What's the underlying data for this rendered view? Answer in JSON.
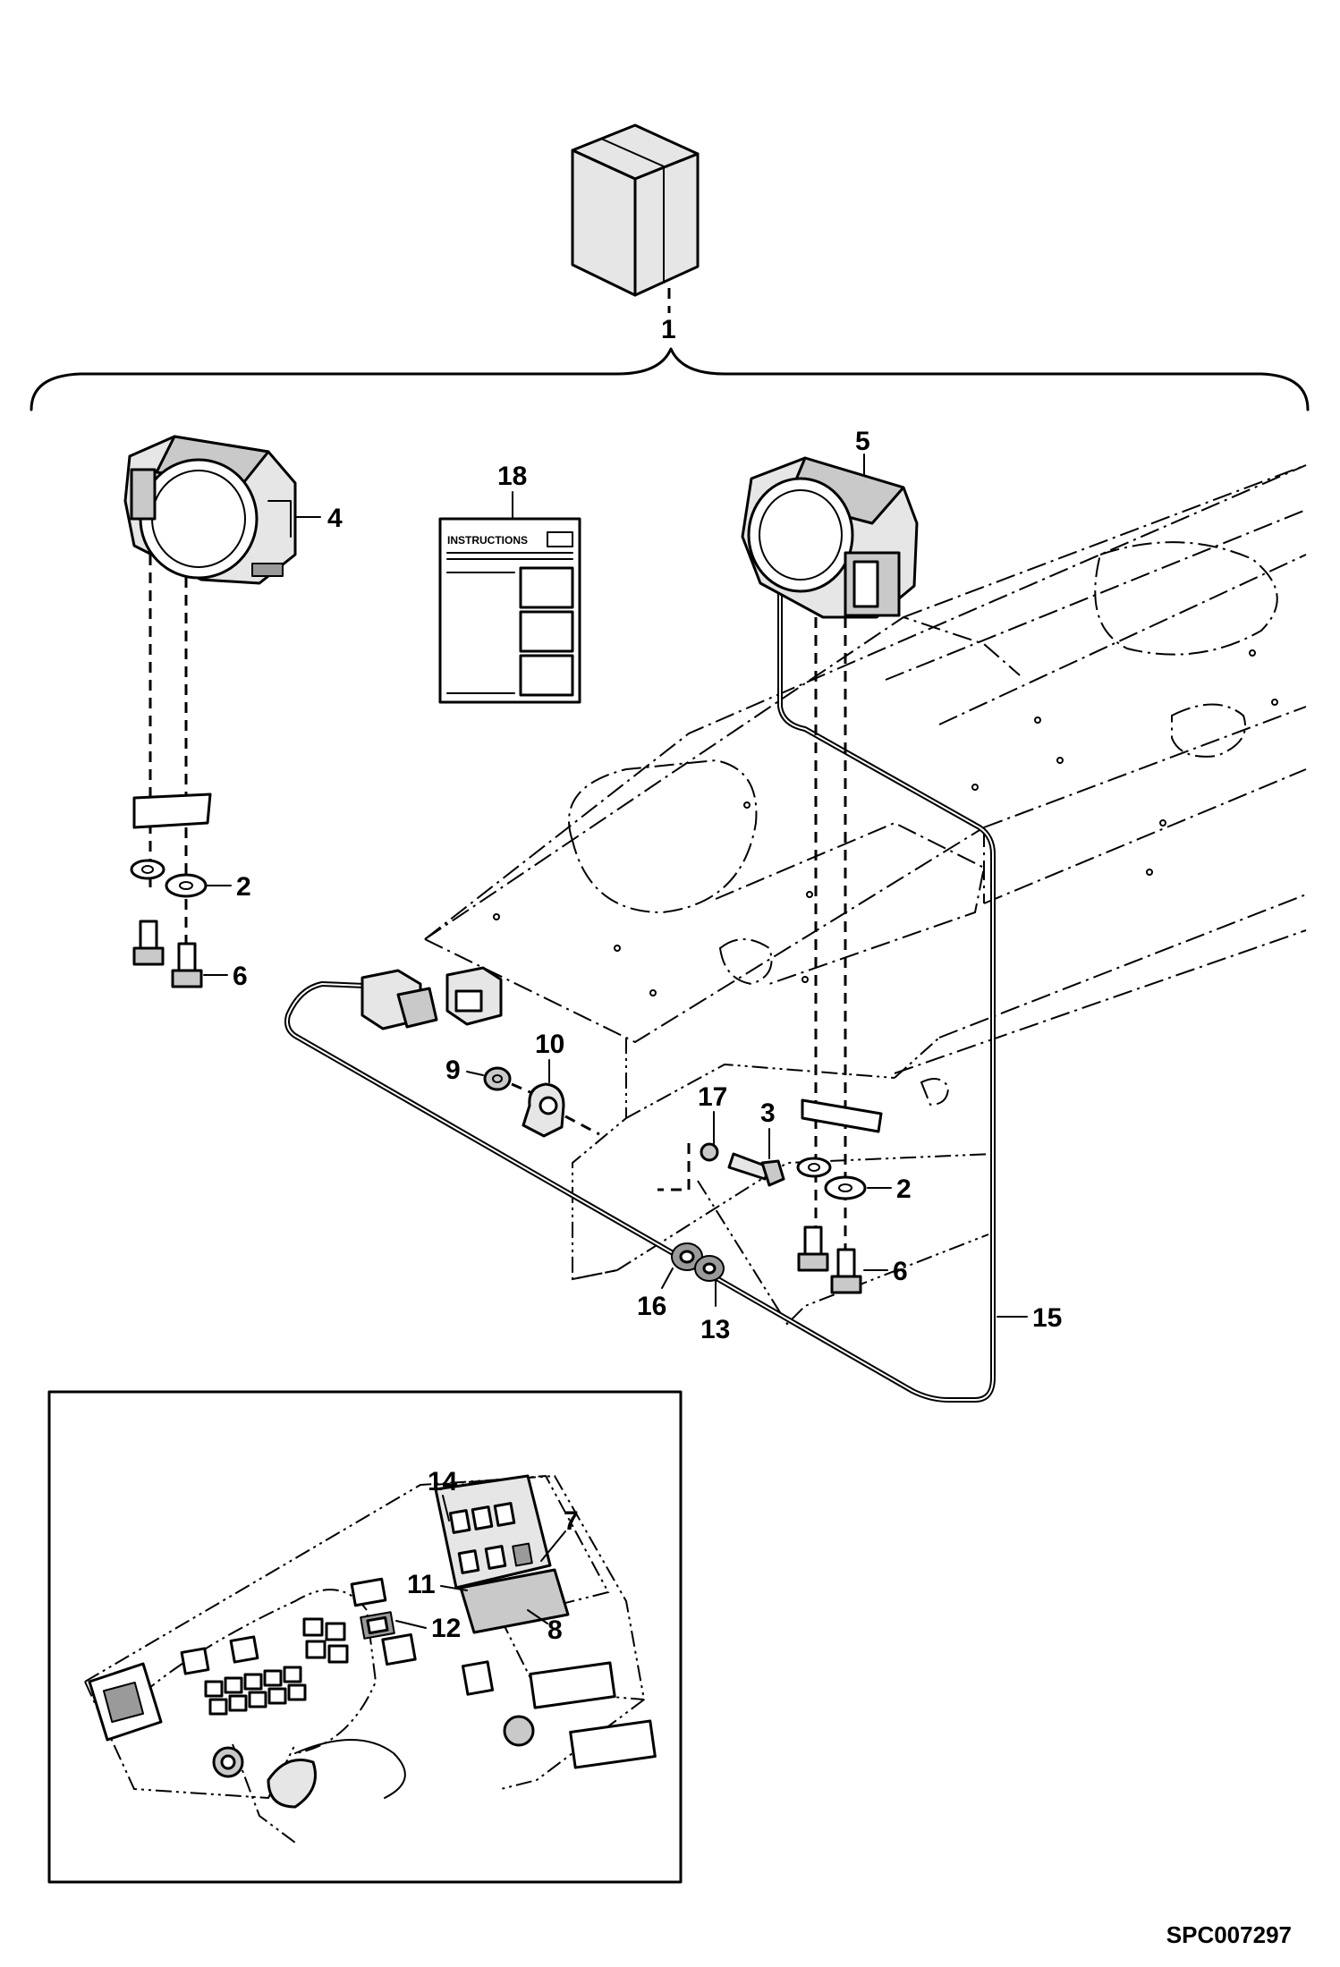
{
  "document_code": "SPC007297",
  "instruction_card_title": "INSTRUCTIONS",
  "callouts": {
    "kit": "1",
    "washer_left": "2",
    "washer_right": "2",
    "bolt_3": "3",
    "alarm_left": "4",
    "alarm_right": "5",
    "screw_left": "6",
    "screw_right": "6",
    "switch_7": "7",
    "switch_8": "8",
    "nut_9": "9",
    "bracket_10": "10",
    "switch_11": "11",
    "switch_12": "12",
    "grommet_13": "13",
    "panel_14": "14",
    "harness_15": "15",
    "grommet_16": "16",
    "washer_17": "17",
    "instructions_18": "18"
  }
}
